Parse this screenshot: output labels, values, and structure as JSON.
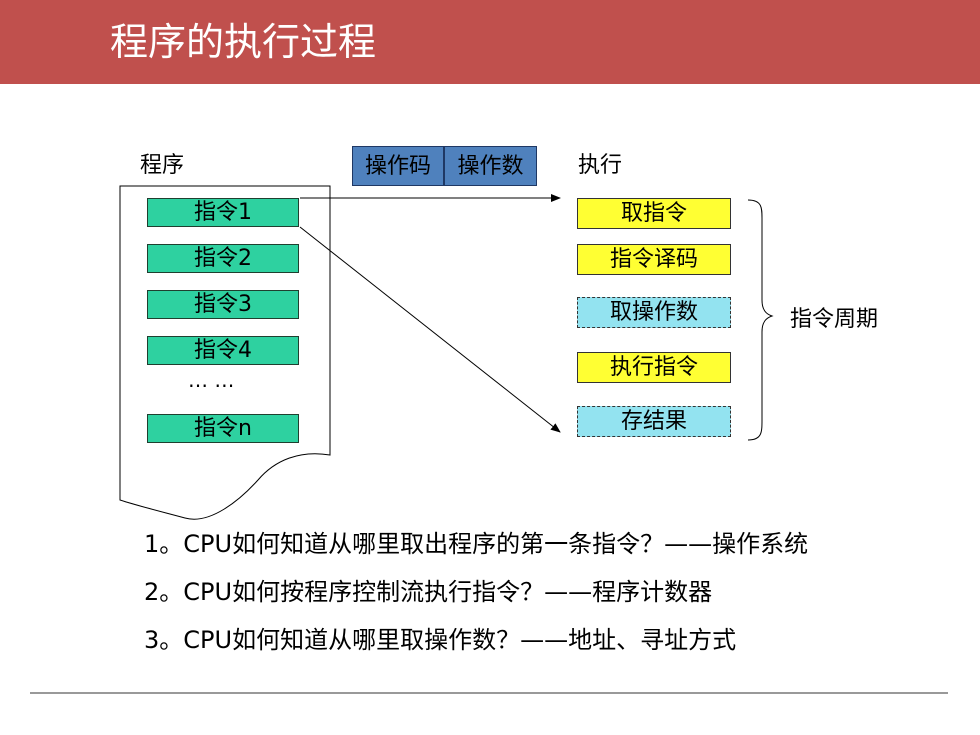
{
  "title": "程序的执行过程",
  "labels": {
    "program": "程序",
    "execute": "执行",
    "cycle": "指令周期"
  },
  "instruction_format": [
    "操作码",
    "操作数"
  ],
  "program_instructions": [
    "指令1",
    "指令2",
    "指令3",
    "指令4",
    "… …",
    "指令n"
  ],
  "execution_steps": [
    "取指令",
    "指令译码",
    "取操作数",
    "执行指令",
    "存结果"
  ],
  "questions": [
    "1。CPU如何知道从哪里取出程序的第一条指令？——操作系统",
    "2。CPU如何按程序控制流执行指令？——程序计数器",
    "3。CPU如何知道从哪里取操作数？——地址、寻址方式"
  ],
  "colors": {
    "title_bar": "#c0504d",
    "instruction_box": "#2ed1a0",
    "opcode_box": "#4f81bd",
    "exec_solid": "#ffff33",
    "exec_dashed": "#93e3f0"
  }
}
